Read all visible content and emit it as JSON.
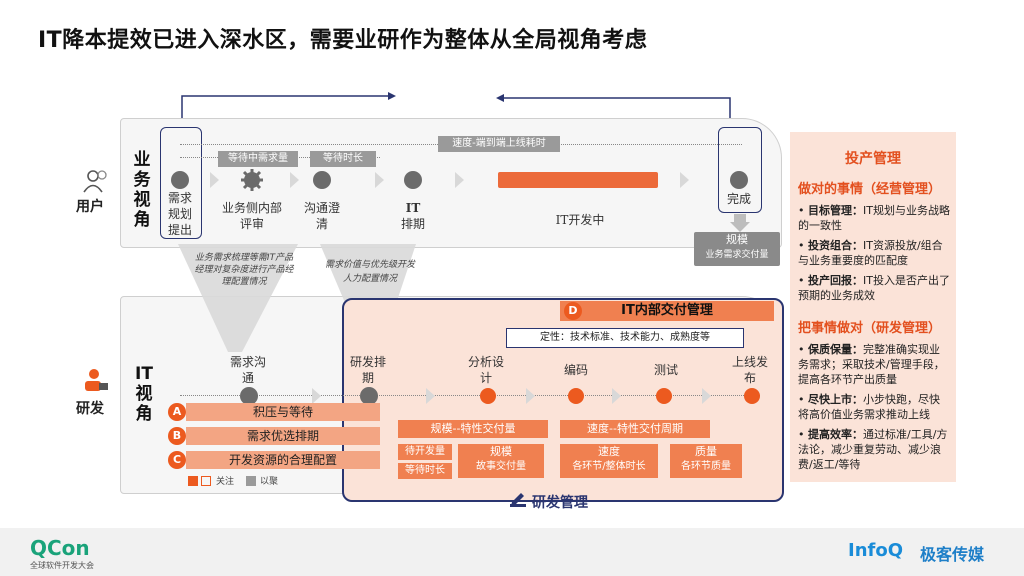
{
  "title": "IT降本提效已进入深水区，需要业研作为整体从全局视角考虑",
  "user_row": {
    "icon_label": "用户",
    "side_title": "业务视角",
    "pill_wait_req": "等待中需求量",
    "pill_wait_time": "等待时长",
    "pill_speed": "速度-端到端上线耗时",
    "node_req": "需求规划提出",
    "node_review": "业务侧内部评审",
    "node_clarify": "沟通澄清",
    "node_it_title": "IT",
    "node_it_sched": "排期",
    "dev_in_progress": "IT开发中",
    "node_done": "完成",
    "scale_title": "规模",
    "scale_sub": "业务需求交付量"
  },
  "funnel_notes": {
    "left": "业务需求梳理等需IT产品经理对复杂度进行产品经理配置情况",
    "right": "需求价值与优先级开发人力配置情况"
  },
  "dev_row": {
    "icon_label": "研发",
    "side_title": "IT视角",
    "nodes": [
      "需求沟通",
      "研发排期",
      "分析设计",
      "编码",
      "测试",
      "上线发布"
    ],
    "it_delivery_badge": "D",
    "it_delivery_title": "IT内部交付管理",
    "quality_def": "定性：技术标准、技术能力、成熟度等",
    "abc": [
      {
        "letter": "A",
        "label": "积压与等待"
      },
      {
        "letter": "B",
        "label": "需求优选排期"
      },
      {
        "letter": "C",
        "label": "开发资源的合理配置"
      }
    ],
    "scale_feature": "规模--特性交付量",
    "speed_feature": "速度--特性交付周期",
    "wait_req": "待开发量",
    "wait_time": "等待时长",
    "m_scale": "规模",
    "m_scale_sub": "故事交付量",
    "m_speed": "速度",
    "m_speed_sub": "各环节/整体时长",
    "m_quality": "质量",
    "m_quality_sub": "各环节质量",
    "rd_mgmt": "研发管理"
  },
  "legend": {
    "focus": "关注",
    "unfocus": "以聚"
  },
  "right_panel": {
    "h1": "投产管理",
    "h1_sub": "做对的事情（经营管理）",
    "items1": [
      {
        "b": "目标管理：",
        "t": "IT规划与业务战略的一致性"
      },
      {
        "b": "投资组合：",
        "t": "IT资源投放/组合与业务重要度的匹配度"
      },
      {
        "b": "投产回报：",
        "t": "IT投入是否产出了预期的业务成效"
      }
    ],
    "h2": "把事情做对（研发管理）",
    "items2": [
      {
        "b": "保质保量：",
        "t": "完整准确实现业务需求；采取技术/管理手段，提高各环节产出质量"
      },
      {
        "b": "尽快上市：",
        "t": "小步快跑，尽快将高价值业务需求推动上线"
      },
      {
        "b": "提高效率：",
        "t": "通过标准/工具/方法论，减少重复劳动、减少浪费/返工/等待"
      }
    ]
  },
  "footer": {
    "qcon": "QCon",
    "qcon_sub": "全球软件开发大会",
    "infoq": "InfoQ",
    "infoq_cn": "极客传媒"
  },
  "colors": {
    "accent": "#ec5a1f",
    "panel": "#fbe3d8",
    "gray": "#9a9a9a",
    "navy": "#2a3570"
  }
}
